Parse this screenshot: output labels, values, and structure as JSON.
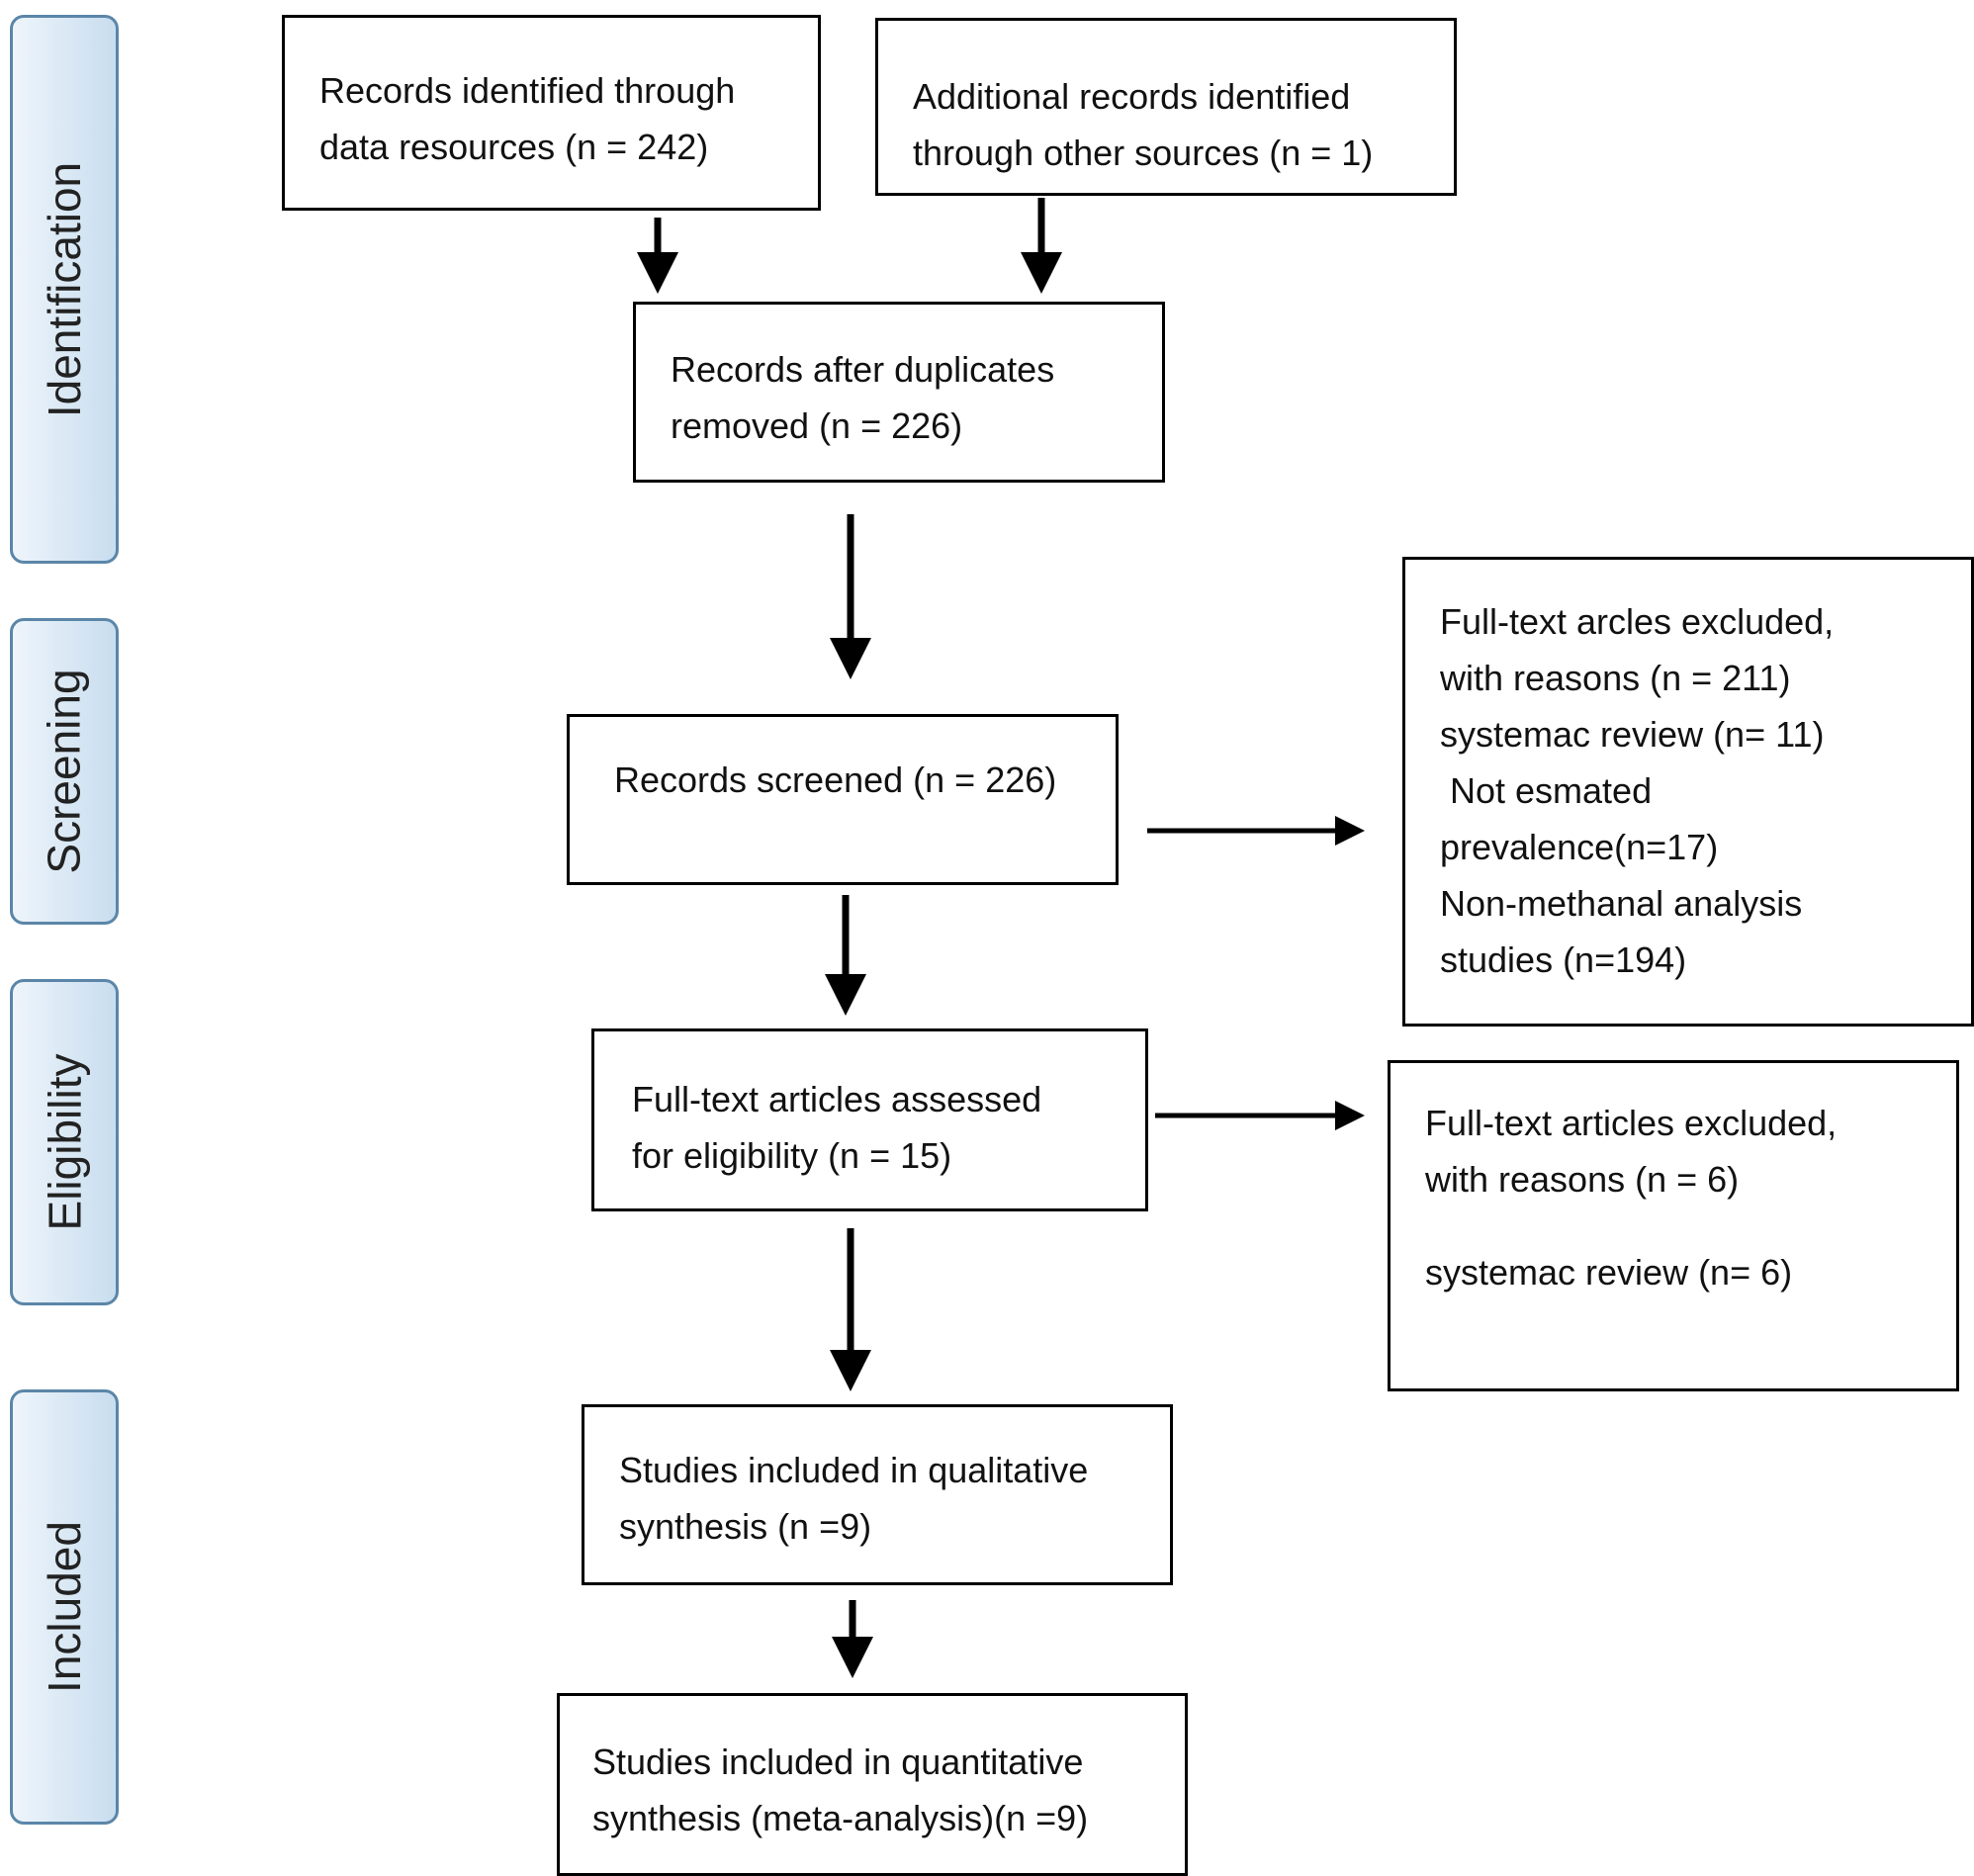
{
  "phases": [
    "Identification",
    "Screening",
    "Eligibility",
    "Included"
  ],
  "boxes": {
    "records_identified": [
      "Records identified through",
      "data resources (n = 242)"
    ],
    "additional_records": [
      "Additional records identified",
      "through other sources (n = 1)"
    ],
    "after_duplicates": [
      "Records after duplicates",
      "removed (n = 226)"
    ],
    "screened": [
      "Records screened (n = 226)"
    ],
    "excluded_screening": [
      "Full-text arcles excluded,",
      "with reasons (n = 211)",
      "systemac review (n= 11)",
      "Not esmated",
      "prevalence(n=17)",
      "Non-methanal analysis",
      "studies (n=194)"
    ],
    "assessed": [
      "Full-text articles assessed",
      "for eligibility (n = 15)"
    ],
    "excluded_eligibility": [
      "Full-text articles excluded,",
      "with reasons (n = 6)",
      "",
      "systemac review (n= 6)"
    ],
    "qualitative": [
      "Studies included in qualitative",
      "synthesis (n =9)"
    ],
    "quantitative": [
      "Studies included in quantitative",
      "synthesis (meta-analysis)(n =9)"
    ]
  }
}
